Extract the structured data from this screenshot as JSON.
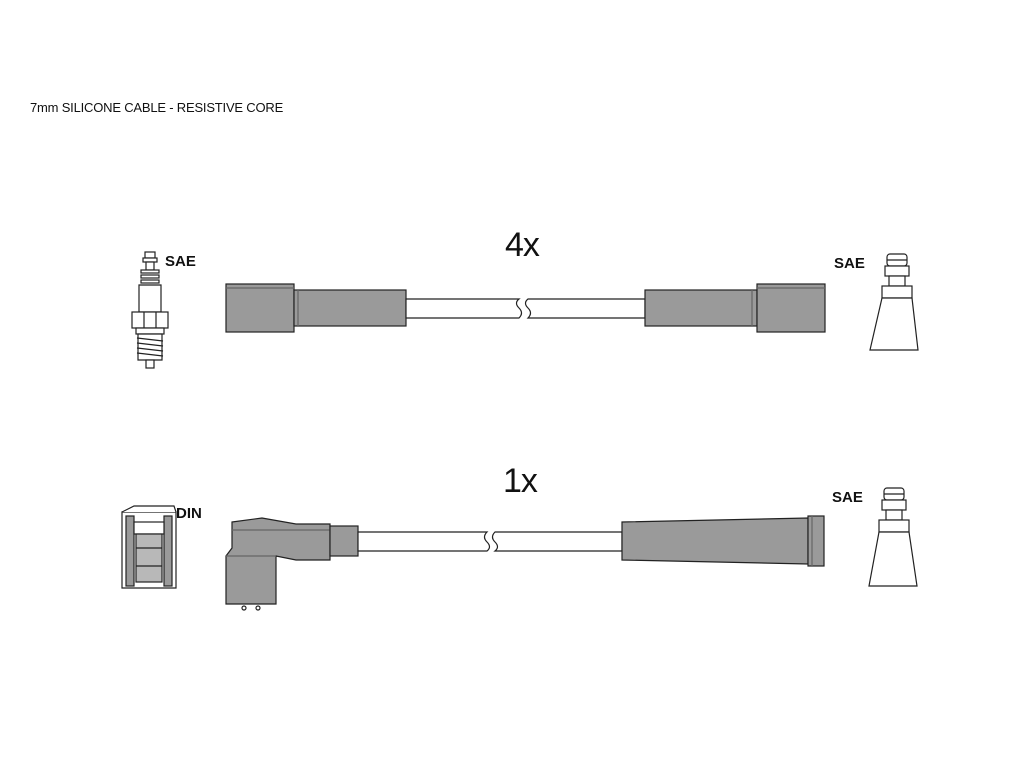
{
  "header": {
    "text": "7mm SILICONE CABLE - RESISTIVE CORE"
  },
  "cable_set_1": {
    "quantity": "4x",
    "left_terminal": "SAE",
    "right_terminal": "SAE"
  },
  "cable_set_2": {
    "quantity": "1x",
    "left_terminal": "DIN",
    "right_terminal": "SAE"
  },
  "colors": {
    "boot_fill": "#9a9a9a",
    "line": "#222222",
    "cable_fill": "#ffffff",
    "terminal_fill": "#ffffff"
  }
}
